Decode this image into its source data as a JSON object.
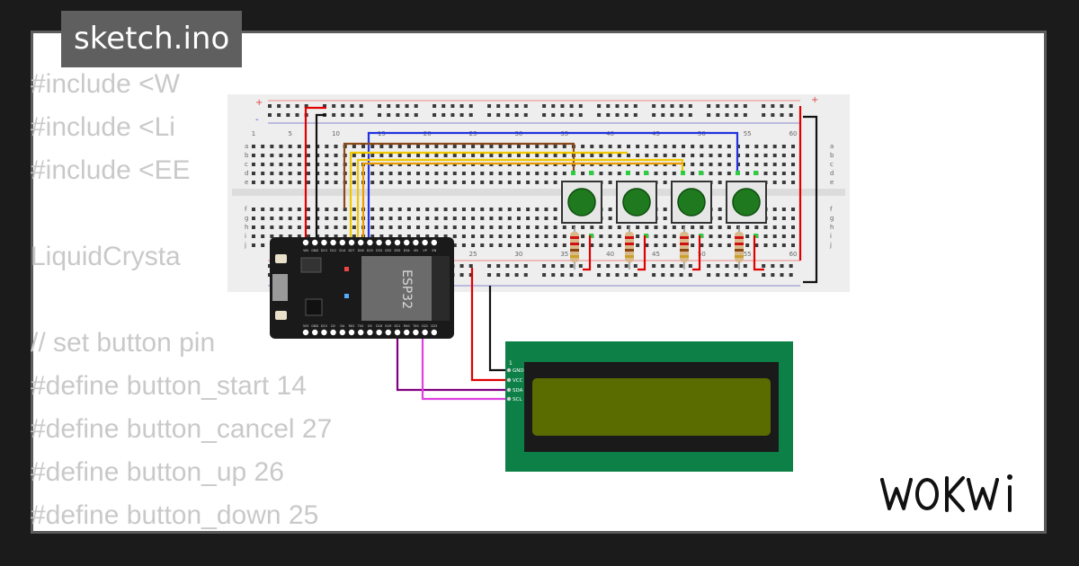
{
  "tab": {
    "label": "sketch.ino"
  },
  "code_lines": [
    "#include <W",
    "#include <Li",
    "#include <EE",
    "",
    "LiquidCrysta                    );",
    "",
    "// set button pin",
    "#define button_start 14",
    "#define button_cancel 27",
    "#define button_up 26",
    "#define button_down 25"
  ],
  "breadboard": {
    "column_labels_top": [
      "1",
      "5",
      "10",
      "15",
      "20",
      "25",
      "30",
      "35",
      "40",
      "45",
      "50",
      "55",
      "60"
    ],
    "column_labels_bottom": [
      "25",
      "30",
      "35",
      "40",
      "45",
      "50",
      "55",
      "60"
    ],
    "row_labels_top": [
      "a",
      "b",
      "c",
      "d",
      "e"
    ],
    "row_labels_bottom": [
      "f",
      "g",
      "h",
      "i",
      "j"
    ],
    "rail_plus": "+",
    "rail_minus": "-"
  },
  "esp32": {
    "chip_label": "ESP32",
    "pins_top": [
      "VIN",
      "GND",
      "D13",
      "D12",
      "D14",
      "D27",
      "D26",
      "D25",
      "D33",
      "D32",
      "D35",
      "D34",
      "VN",
      "VP",
      "EN"
    ],
    "pins_bottom": [
      "3V3",
      "GND",
      "D15",
      "D2",
      "D4",
      "RX2",
      "TX2",
      "D5",
      "D18",
      "D19",
      "D21",
      "RX0",
      "TX0",
      "D22",
      "D23"
    ]
  },
  "lcd": {
    "pin_index": "1",
    "pins": [
      "GND",
      "VCC",
      "SDA",
      "SCL"
    ]
  },
  "buttons": {
    "count": 4,
    "cap_color": "#1f7a1f"
  },
  "colors": {
    "lcd_board": "#0d8047",
    "lcd_screen": "#5a6b00",
    "esp_board": "#1a1a1a",
    "breadboard": "#eeeeee",
    "wire_red": "#e00000",
    "wire_black": "#111111",
    "wire_blue": "#2233dd",
    "wire_brown": "#8b4a1a",
    "wire_yellow": "#f0c800",
    "wire_orange": "#e89b00",
    "wire_purple": "#800080",
    "wire_magenta": "#e040e0"
  }
}
